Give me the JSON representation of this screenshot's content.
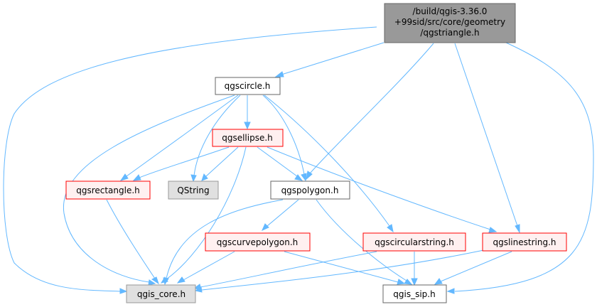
{
  "colors": {
    "edge": "#63b8ff",
    "root_fill": "#999999",
    "root_stroke": "#666666",
    "normal_fill": "#ffffff",
    "normal_stroke": "#666666",
    "incomplete_stroke": "#ff0000",
    "incomplete_fill": "#fff0f0",
    "external_fill": "#e0e0e0",
    "external_stroke": "#999999"
  },
  "nodes": {
    "root": {
      "lines": [
        "/build/qgis-3.36.0",
        "+99sid/src/core/geometry",
        "/qgstriangle.h"
      ],
      "style": "root"
    },
    "qgscircle": {
      "lines": [
        "qgscircle.h"
      ],
      "style": "normal"
    },
    "qgsellipse": {
      "lines": [
        "qgsellipse.h"
      ],
      "style": "incomplete"
    },
    "qgsrectangle": {
      "lines": [
        "qgsrectangle.h"
      ],
      "style": "incomplete"
    },
    "qstring": {
      "lines": [
        "QString"
      ],
      "style": "external"
    },
    "qgspolygon": {
      "lines": [
        "qgspolygon.h"
      ],
      "style": "normal"
    },
    "qgscurvepolygon": {
      "lines": [
        "qgscurvepolygon.h"
      ],
      "style": "incomplete"
    },
    "qgscircularstring": {
      "lines": [
        "qgscircularstring.h"
      ],
      "style": "incomplete"
    },
    "qgslinestring": {
      "lines": [
        "qgslinestring.h"
      ],
      "style": "incomplete"
    },
    "qgis_core": {
      "lines": [
        "qgis_core.h"
      ],
      "style": "external"
    },
    "qgis_sip": {
      "lines": [
        "qgis_sip.h"
      ],
      "style": "normal"
    }
  },
  "edges": [
    [
      "root",
      "qgscircle"
    ],
    [
      "root",
      "qgspolygon"
    ],
    [
      "root",
      "qgslinestring"
    ],
    [
      "root",
      "qgis_core"
    ],
    [
      "root",
      "qgis_sip"
    ],
    [
      "qgscircle",
      "qgsellipse"
    ],
    [
      "qgscircle",
      "qgsrectangle"
    ],
    [
      "qgscircle",
      "qstring"
    ],
    [
      "qgscircle",
      "qgspolygon"
    ],
    [
      "qgscircle",
      "qgscircularstring"
    ],
    [
      "qgscircle",
      "qgis_core"
    ],
    [
      "qgsellipse",
      "qgsrectangle"
    ],
    [
      "qgsellipse",
      "qstring"
    ],
    [
      "qgsellipse",
      "qgspolygon"
    ],
    [
      "qgsellipse",
      "qgslinestring"
    ],
    [
      "qgsellipse",
      "qgis_core"
    ],
    [
      "qgsrectangle",
      "qgis_core"
    ],
    [
      "qgspolygon",
      "qgscurvepolygon"
    ],
    [
      "qgspolygon",
      "qgis_core"
    ],
    [
      "qgspolygon",
      "qgis_sip"
    ],
    [
      "qgscurvepolygon",
      "qgis_core"
    ],
    [
      "qgscurvepolygon",
      "qgis_sip"
    ],
    [
      "qgscircularstring",
      "qgis_core"
    ],
    [
      "qgscircularstring",
      "qgis_sip"
    ],
    [
      "qgslinestring",
      "qgis_core"
    ],
    [
      "qgslinestring",
      "qgis_sip"
    ]
  ]
}
